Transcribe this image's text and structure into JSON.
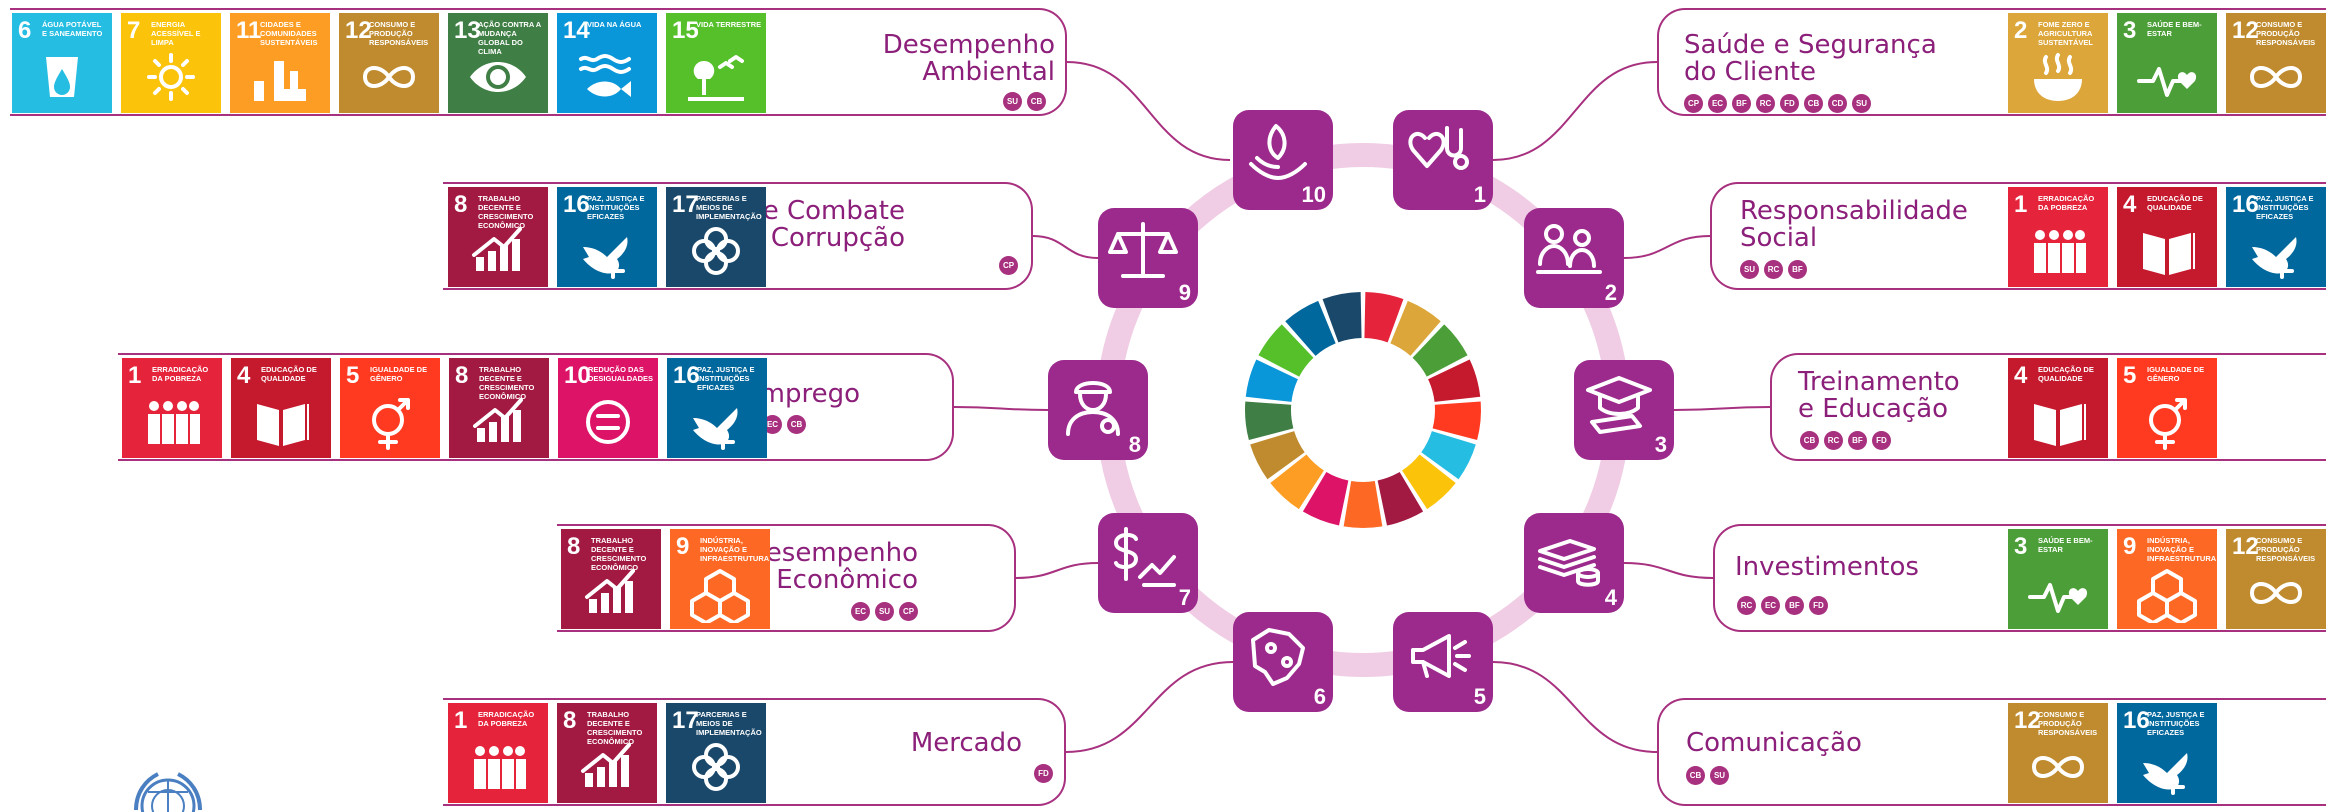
{
  "sdg_icons": {
    "1": {
      "label": "Erradicação da pobreza",
      "color": "#e5243b",
      "icon": "people-icon"
    },
    "2": {
      "label": "Fome zero e agricultura sustentável",
      "color": "#dda63a",
      "icon": "bowl-icon"
    },
    "3": {
      "label": "Saúde e bem-estar",
      "color": "#4c9f38",
      "icon": "heartbeat-icon"
    },
    "4": {
      "label": "Educação de qualidade",
      "color": "#c5192d",
      "icon": "book-icon"
    },
    "5": {
      "label": "Igualdade de gênero",
      "color": "#ff3a21",
      "icon": "gender-icon"
    },
    "6": {
      "label": "Água potável e saneamento",
      "color": "#26bde2",
      "icon": "water-drop-icon"
    },
    "7": {
      "label": "Energia acessível e limpa",
      "color": "#fcc30b",
      "icon": "sun-icon"
    },
    "8": {
      "label": "Trabalho decente e crescimento econômico",
      "color": "#a21942",
      "icon": "growth-chart-icon"
    },
    "9": {
      "label": "Indústria, inovação e infraestrutura",
      "color": "#fd6925",
      "icon": "cubes-icon"
    },
    "10": {
      "label": "Redução das desigualdades",
      "color": "#dd1367",
      "icon": "equal-icon"
    },
    "11": {
      "label": "Cidades e comunidades sustentáveis",
      "color": "#fd9d24",
      "icon": "city-icon"
    },
    "12": {
      "label": "Consumo e produção responsáveis",
      "color": "#bf8b2e",
      "icon": "infinity-icon"
    },
    "13": {
      "label": "Ação contra a mudança global do clima",
      "color": "#3f7e44",
      "icon": "eye-globe-icon"
    },
    "14": {
      "label": "Vida na água",
      "color": "#0a97d9",
      "icon": "fish-icon"
    },
    "15": {
      "label": "Vida terrestre",
      "color": "#56c02b",
      "icon": "tree-icon"
    },
    "16": {
      "label": "Paz, justiça e instituições eficazes",
      "color": "#00689d",
      "icon": "dove-icon"
    },
    "17": {
      "label": "Parcerias e meios de implementação",
      "color": "#19486a",
      "icon": "rings-icon"
    }
  },
  "topics": [
    {
      "id": "10",
      "title": "Desempenho\nAmbiental",
      "badges": [
        "SU",
        "CB"
      ],
      "sdgs": [
        "6",
        "7",
        "11",
        "12",
        "13",
        "14",
        "15"
      ],
      "icon": "hands-leaf-icon"
    },
    {
      "id": "1",
      "title": "Saúde e Segurança\ndo Cliente",
      "badges": [
        "CP",
        "EC",
        "BF",
        "RC",
        "FD",
        "CB",
        "CD",
        "SU"
      ],
      "sdgs": [
        "2",
        "3",
        "12"
      ],
      "icon": "heart-stethoscope-icon"
    },
    {
      "id": "9",
      "title": "Ética e Combate\nà Corrupção",
      "badges": [
        "CP"
      ],
      "sdgs": [
        "8",
        "16",
        "17"
      ],
      "icon": "scales-icon"
    },
    {
      "id": "2",
      "title": "Responsabilidade\nSocial",
      "badges": [
        "SU",
        "RC",
        "BF"
      ],
      "sdgs": [
        "1",
        "4",
        "16"
      ],
      "icon": "people-support-icon"
    },
    {
      "id": "8",
      "title": "Emprego",
      "badges": [
        "EC",
        "CB"
      ],
      "sdgs": [
        "1",
        "4",
        "5",
        "8",
        "10",
        "16"
      ],
      "icon": "worker-icon"
    },
    {
      "id": "3",
      "title": "Treinamento\ne Educação",
      "badges": [
        "CB",
        "RC",
        "BF",
        "FD"
      ],
      "sdgs": [
        "4",
        "5"
      ],
      "icon": "graduation-icon"
    },
    {
      "id": "7",
      "title": "Desempenho\nEconômico",
      "badges": [
        "EC",
        "SU",
        "CP"
      ],
      "sdgs": [
        "8",
        "9"
      ],
      "icon": "dollar-chart-icon"
    },
    {
      "id": "4",
      "title": "Investimentos",
      "badges": [
        "RC",
        "EC",
        "BF",
        "FD"
      ],
      "sdgs": [
        "3",
        "9",
        "12"
      ],
      "icon": "money-stack-icon"
    },
    {
      "id": "6",
      "title": "Mercado",
      "badges": [
        "FD"
      ],
      "sdgs": [
        "1",
        "8",
        "17"
      ],
      "icon": "brazil-map-icon"
    },
    {
      "id": "5",
      "title": "Comunicação",
      "badges": [
        "CB",
        "SU"
      ],
      "sdgs": [
        "12",
        "16"
      ],
      "icon": "megaphone-icon"
    }
  ],
  "wheel_colors": [
    "#e5243b",
    "#dda63a",
    "#4c9f38",
    "#c5192d",
    "#ff3a21",
    "#26bde2",
    "#fcc30b",
    "#a21942",
    "#fd6925",
    "#dd1367",
    "#fd9d24",
    "#bf8b2e",
    "#3f7e44",
    "#0a97d9",
    "#56c02b",
    "#00689d",
    "#19486a"
  ],
  "colors": {
    "accent": "#a7307f",
    "tile": "#9b2a8c",
    "ring": "#f0cde4"
  },
  "footer_logo": "un-emblem-icon"
}
